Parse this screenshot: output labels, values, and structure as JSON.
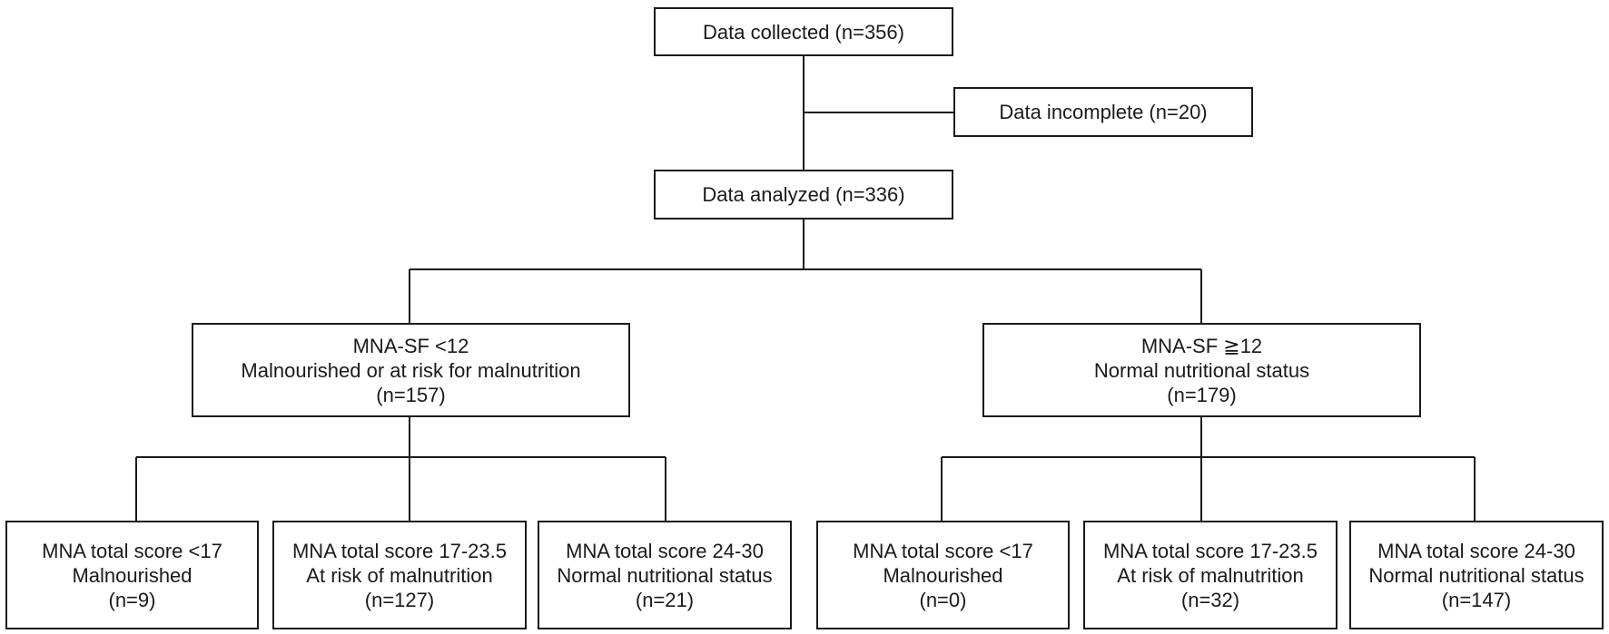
{
  "flowchart": {
    "collected": {
      "line1": "Data collected (n=356)"
    },
    "incomplete": {
      "line1": "Data incomplete (n=20)"
    },
    "analyzed": {
      "line1": "Data analyzed (n=336)"
    },
    "low_sf": {
      "line1": "MNA-SF <12",
      "line2": "Malnourished or at risk for malnutrition",
      "line3": "(n=157)"
    },
    "high_sf": {
      "line1": "MNA-SF ≧12",
      "line2": "Normal nutritional status",
      "line3": "(n=179)"
    },
    "low_groups": [
      {
        "line1": "MNA total score <17",
        "line2": "Malnourished",
        "line3": "(n=9)"
      },
      {
        "line1": "MNA total score 17-23.5",
        "line2": "At risk of malnutrition",
        "line3": "(n=127)"
      },
      {
        "line1": "MNA total score 24-30",
        "line2": "Normal nutritional status",
        "line3": "(n=21)"
      }
    ],
    "high_groups": [
      {
        "line1": "MNA total score <17",
        "line2": "Malnourished",
        "line3": "(n=0)"
      },
      {
        "line1": "MNA total score 17-23.5",
        "line2": "At risk of malnutrition",
        "line3": "(n=32)"
      },
      {
        "line1": "MNA total score 24-30",
        "line2": "Normal nutritional status",
        "line3": "(n=147)"
      }
    ]
  }
}
